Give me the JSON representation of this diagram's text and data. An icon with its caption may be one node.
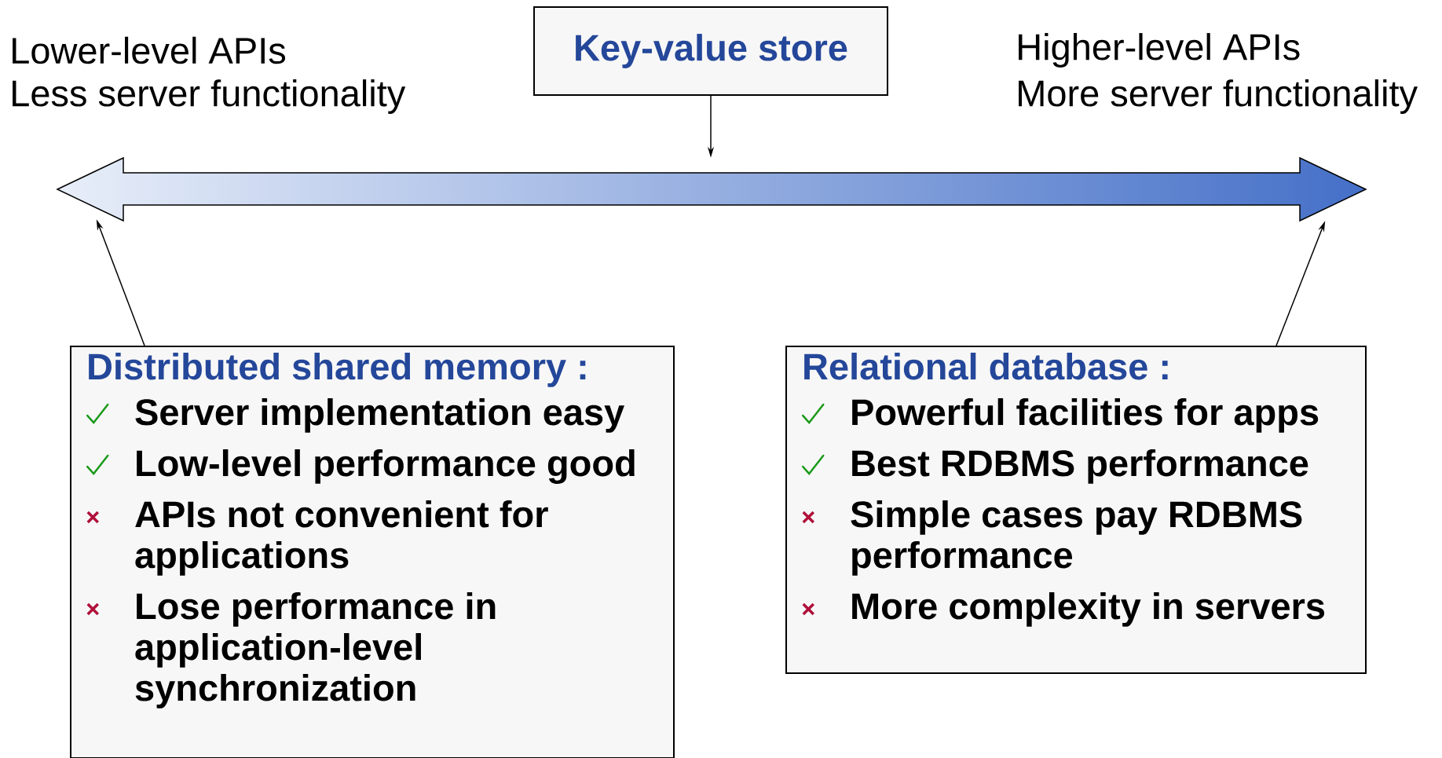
{
  "diagram": {
    "nodes": [
      {
        "text": [
          "Key-value store"
        ]
      },
      {
        "text": [],
        "shape": "arrow"
      },
      {
        "text": [
          "Distributed shared memory :",
          "Server implementation easy",
          "Low-level performance good",
          "APIs not convenient for applications",
          "Lose performance in application-level synchronization"
        ]
      },
      {
        "text": [
          "Relational database :",
          "Powerful facilities for apps",
          "Best RDBMS performance",
          "Simple cases pay RDBMS performance",
          "More complexity in servers"
        ]
      }
    ],
    "edges": [
      {
        "from": 0,
        "to": 1,
        "arrow": "to"
      },
      {
        "from": 2,
        "to": 1,
        "arrow": "to"
      },
      {
        "from": 3,
        "to": 1,
        "arrow": "to"
      }
    ],
    "labels": [
      "Lower-level APIs",
      "Less server functionality",
      "Higher-level APIs",
      "More server functionality"
    ]
  }
}
